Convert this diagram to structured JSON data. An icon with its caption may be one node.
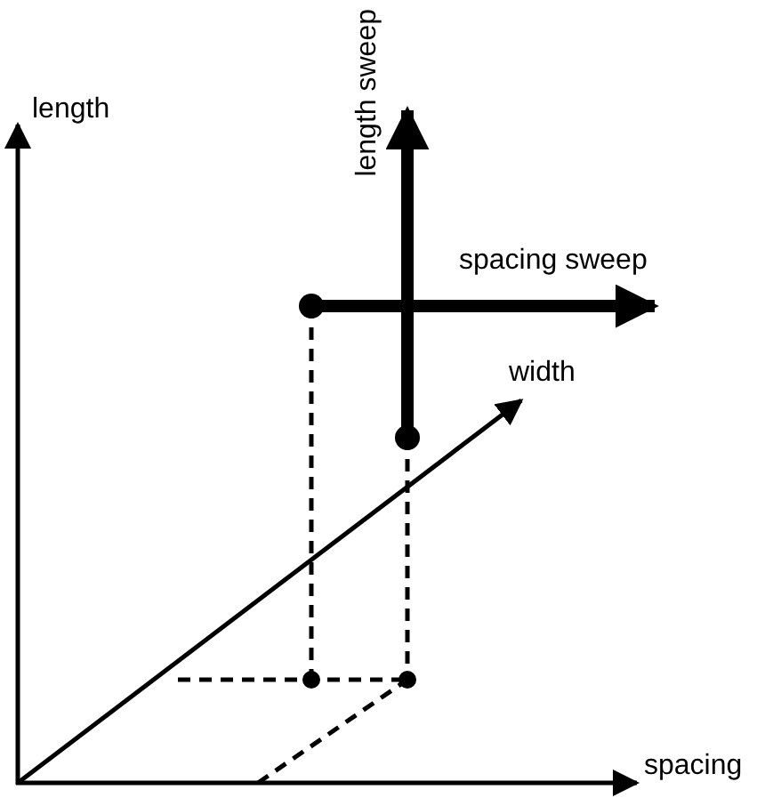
{
  "diagram": {
    "labels": [
      "length",
      "length sweep",
      "spacing sweep",
      "width",
      "spacing"
    ]
  }
}
